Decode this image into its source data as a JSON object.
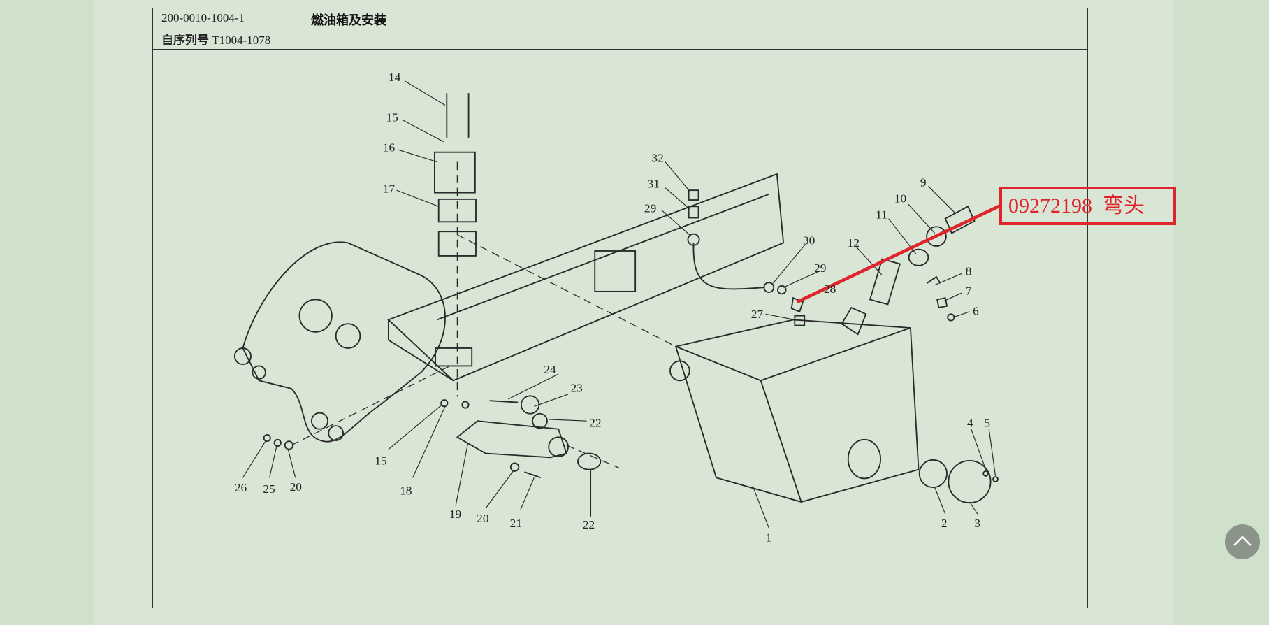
{
  "header": {
    "part_code": "200-0010-1004-1",
    "title": "燃油箱及安装",
    "serial_label": "自序列号",
    "serial_value": "T1004-1078"
  },
  "callout": {
    "text": "09272198  弯头"
  },
  "labels": [
    "14",
    "15",
    "16",
    "17",
    "32",
    "31",
    "29",
    "30",
    "29",
    "28",
    "27",
    "12",
    "11",
    "10",
    "9",
    "8",
    "7",
    "6",
    "24",
    "23",
    "22",
    "26",
    "25",
    "20",
    "15",
    "18",
    "19",
    "20",
    "21",
    "22",
    "1",
    "4",
    "5",
    "2",
    "3"
  ],
  "scroll_top": {
    "icon": "chevron-up-icon"
  },
  "colors": {
    "callout": "#e0242b",
    "background": "#d9e6d6"
  }
}
